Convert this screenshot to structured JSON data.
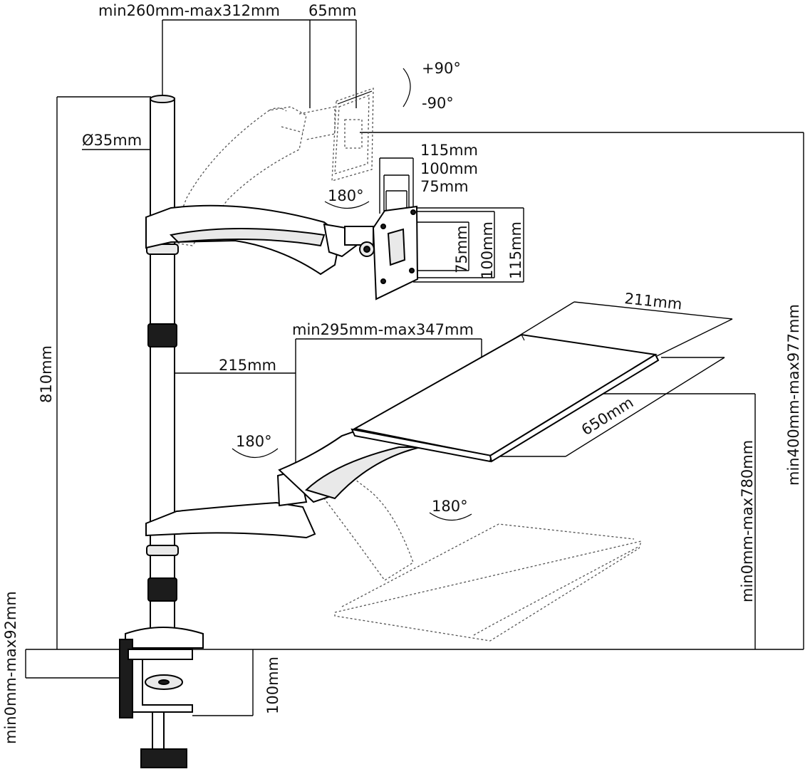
{
  "labels": {
    "pole_offset": "min260mm-max312mm",
    "tilt_offset": "65mm",
    "tilt_up": "+90°",
    "tilt_down": "-90°",
    "pole_diameter": "Ø35mm",
    "vesa_h_115": "115mm",
    "vesa_h_100": "100mm",
    "vesa_h_75": "75mm",
    "vesa_v_75": "75mm",
    "vesa_v_100": "100mm",
    "vesa_v_115": "115mm",
    "monitor_rotate": "180°",
    "total_height": "810mm",
    "monitor_height_range": "min400mm-max977mm",
    "tray_depth": "211mm",
    "tray_arm_reach": "min295mm-max347mm",
    "arm_offset": "215mm",
    "tray_width": "650mm",
    "arm_rotate": "180°",
    "tray_rotate": "180°",
    "tray_height_range": "min0mm-max780mm",
    "clamp_thickness": "min0mm-max92mm",
    "clamp_depth": "100mm"
  }
}
